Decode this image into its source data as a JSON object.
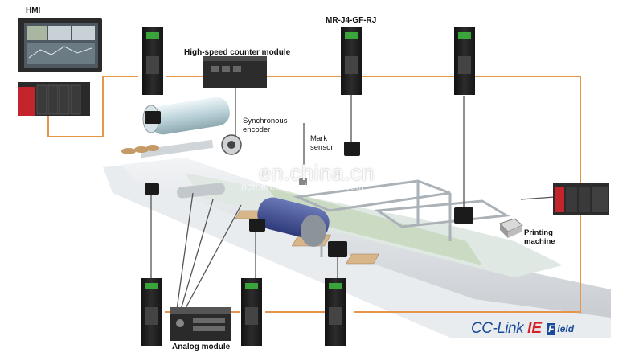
{
  "labels": {
    "hmi": "HMI",
    "servo_model": "MR-J4-GF-RJ",
    "counter_module": "High-speed counter module",
    "encoder": "Synchronous encoder",
    "mark_sensor": "Mark sensor",
    "printing_machine": "Printing machine",
    "analog_module": "Analog module"
  },
  "watermark": {
    "main": "en.china.cn",
    "sub": "nell.en.made-in-china.com"
  },
  "logo": {
    "cc": "CC-Link",
    "ie": "IE",
    "f": "F",
    "ield": "ield"
  },
  "colors": {
    "network_line": "#e8944a",
    "signal_line": "#555555",
    "amplifier": "#1e1e1e",
    "led_green": "#3ec43e",
    "logo_blue": "#1a4a9a",
    "logo_red": "#d61f26"
  },
  "icons": [
    "hmi-panel",
    "plc-cpu",
    "servo-amplifier",
    "servo-motor",
    "counter-module",
    "encoder",
    "mark-sensor",
    "printing-machine",
    "analog-module",
    "controller"
  ]
}
